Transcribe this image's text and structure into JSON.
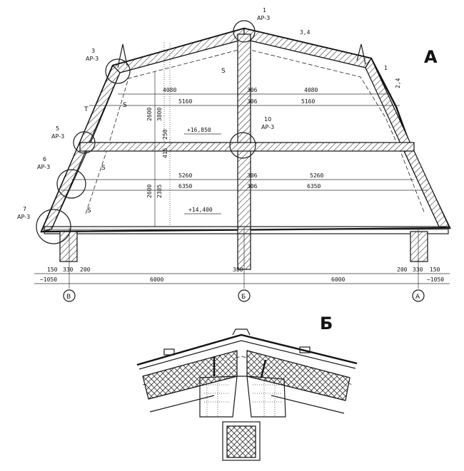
{
  "view_labels": {
    "section": "А",
    "detail": "Б"
  },
  "callouts": [
    {
      "num": "1",
      "ref": "АР-3"
    },
    {
      "num": "3",
      "ref": "АР-3"
    },
    {
      "num": "5",
      "ref": "АР-3"
    },
    {
      "num": "6",
      "ref": "АР-3"
    },
    {
      "num": "7",
      "ref": "АР-3"
    },
    {
      "num": "10",
      "ref": "АР-3"
    },
    {
      "num": "1",
      "ref": ""
    }
  ],
  "elevations": {
    "upper": "+16,850",
    "lower": "+14,400"
  },
  "dimensions": {
    "top_left": "4080",
    "top_center": "306",
    "top_right": "4080",
    "upper_left": "5160",
    "upper_center": "306",
    "upper_right": "5160",
    "mid_left": "5260",
    "mid_center": "306",
    "mid_right": "5260",
    "low_left": "6350",
    "low_center": "306",
    "low_right": "6350",
    "base_left": "6000",
    "base_center": "380",
    "base_right": "6000",
    "left_a": "150",
    "left_b": "330",
    "left_c": "200",
    "right_a": "200",
    "right_b": "330",
    "right_c": "150",
    "left_offset": "~1050",
    "right_offset": "~1050",
    "slope_top": "3,4",
    "slope_side": "2,4",
    "v_2600_upper": "2600",
    "v_3800": "3800",
    "v_250": "250",
    "v_2600_lower": "2600",
    "v_2385": "2385",
    "v_415": "415"
  },
  "axes": {
    "left": "В",
    "center": "Б",
    "right": "А"
  },
  "marks": {
    "s": "S",
    "t": "T"
  }
}
